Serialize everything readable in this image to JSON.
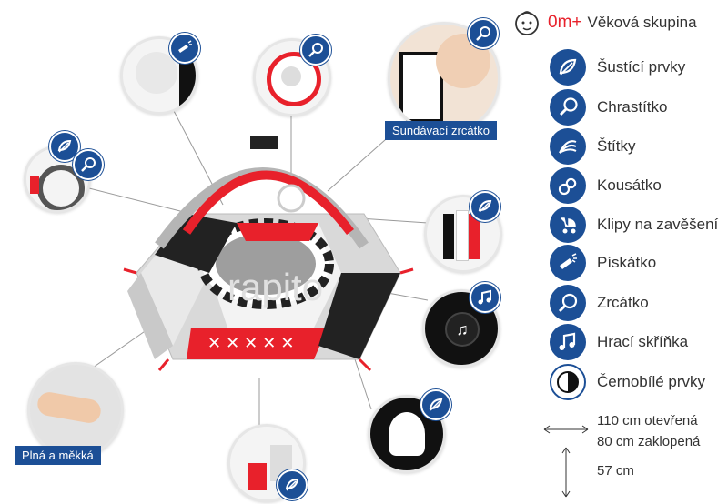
{
  "header": {
    "age_value": "0m+",
    "age_label": "Věková skupina",
    "age_icon": "baby-face-icon"
  },
  "legend": [
    {
      "icon": "rustle-leaves-icon",
      "label": "Šustící prvky"
    },
    {
      "icon": "rattle-icon",
      "label": "Chrastítko"
    },
    {
      "icon": "tags-icon",
      "label": "Štítky"
    },
    {
      "icon": "teether-icon",
      "label": "Kousátko"
    },
    {
      "icon": "stroller-icon",
      "label": "Klipy na zavěšení"
    },
    {
      "icon": "whistle-icon",
      "label": "Pískátko"
    },
    {
      "icon": "mirror-icon",
      "label": "Zrcátko"
    },
    {
      "icon": "music-note-icon",
      "label": "Hrací skříňka"
    },
    {
      "icon": "black-white-icon",
      "label": "Černobílé prvky"
    }
  ],
  "dimensions": {
    "open": "110 cm otevřená",
    "closed": "80 cm zaklopená",
    "height": "57 cm"
  },
  "callouts": {
    "mirror_label": "Sundávací zrcátko",
    "soft_label": "Plná a měkká"
  },
  "watermark": "rapito",
  "colors": {
    "brand_blue": "#1c4f96",
    "accent_red": "#e8212b"
  }
}
